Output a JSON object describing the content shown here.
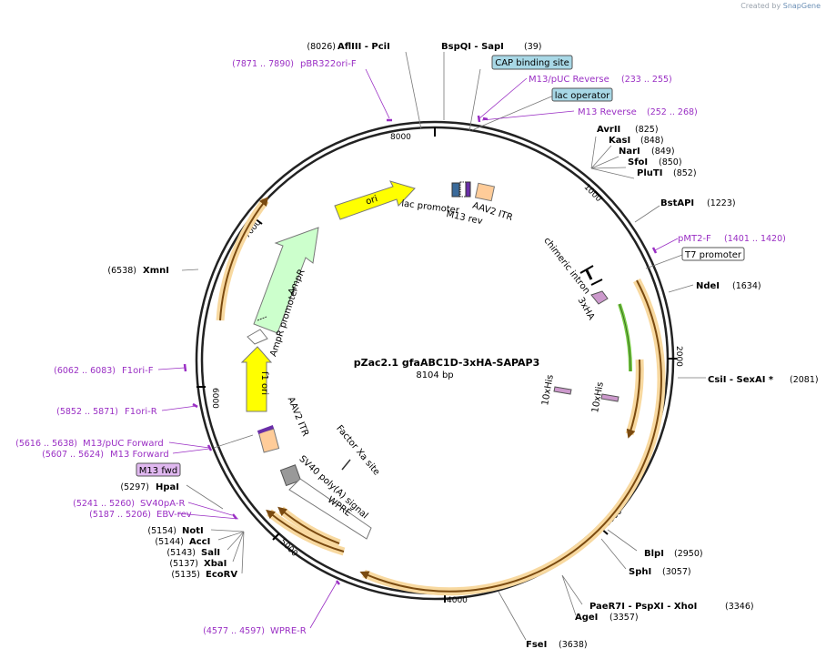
{
  "credit": {
    "prefix": "Created by",
    "brand": "SnapGene"
  },
  "plasmid": {
    "name": "pZac2.1  gfaABC1D-3xHA-SAPAP3",
    "length": "8104 bp"
  },
  "ticks": [
    "1000",
    "2000",
    "3000",
    "4000",
    "5000",
    "6000",
    "7000",
    "8000"
  ],
  "enzymes": [
    {
      "name": "AflIII  - PciI",
      "pos": "(8026)"
    },
    {
      "name": "BspQI  - SapI",
      "pos": "(39)"
    },
    {
      "name": "AvrII",
      "pos": "(825)"
    },
    {
      "name": "KasI",
      "pos": "(848)"
    },
    {
      "name": "NarI",
      "pos": "(849)"
    },
    {
      "name": "SfoI",
      "pos": "(850)"
    },
    {
      "name": "PluTI",
      "pos": "(852)"
    },
    {
      "name": "BstAPI",
      "pos": "(1223)"
    },
    {
      "name": "NdeI",
      "pos": "(1634)"
    },
    {
      "name": "CsiI  - SexAI *",
      "pos": "(2081)"
    },
    {
      "name": "BlpI",
      "pos": "(2950)"
    },
    {
      "name": "SphI",
      "pos": "(3057)"
    },
    {
      "name": "PaeR7I  - PspXI  - XhoI",
      "pos": "(3346)"
    },
    {
      "name": "AgeI",
      "pos": "(3357)"
    },
    {
      "name": "FseI",
      "pos": "(3638)"
    },
    {
      "name": "HpaI",
      "pos": "(5297)"
    },
    {
      "name": "NotI",
      "pos": "(5154)"
    },
    {
      "name": "AccI",
      "pos": "(5144)"
    },
    {
      "name": "SalI",
      "pos": "(5143)"
    },
    {
      "name": "XbaI",
      "pos": "(5137)"
    },
    {
      "name": "EcoRV",
      "pos": "(5135)"
    },
    {
      "name": "XmnI",
      "pos": "(6538)"
    }
  ],
  "primers": [
    {
      "name": "pBR322ori-F",
      "pos": "(7871 .. 7890)"
    },
    {
      "name": "M13/pUC Reverse",
      "pos": "(233 .. 255)"
    },
    {
      "name": "M13 Reverse",
      "pos": "(252 .. 268)"
    },
    {
      "name": "pMT2-F",
      "pos": "(1401 .. 1420)"
    },
    {
      "name": "F1ori-F",
      "pos": "(6062 .. 6083)"
    },
    {
      "name": "F1ori-R",
      "pos": "(5852 .. 5871)"
    },
    {
      "name": "M13/pUC Forward",
      "pos": "(5616 .. 5638)"
    },
    {
      "name": "M13 Forward",
      "pos": "(5607 .. 5624)"
    },
    {
      "name": "SV40pA-R",
      "pos": "(5241 .. 5260)"
    },
    {
      "name": "EBV-rev",
      "pos": "(5187 .. 5206)"
    },
    {
      "name": "WPRE-R",
      "pos": "(4577 .. 4597)"
    }
  ],
  "boxes": {
    "cap": "CAP binding site",
    "lacop": "lac operator",
    "t7": "T7 promoter",
    "m13fwd": "M13 fwd"
  },
  "features": {
    "ori": "ori",
    "lac_promoter": "lac promoter",
    "m13_rev": "M13 rev",
    "aav2_itr_top": "AAV2 ITR",
    "ampr": "AmpR",
    "ampr_promoter": "AmpR promoter",
    "f1_ori": "f1 ori",
    "aav2_itr_bottom": "AAV2 ITR",
    "factor_xa": "Factor Xa site",
    "sv40": "SV40 poly(A) signal",
    "wpre": "WPRE",
    "chimeric_intron": "chimeric intron",
    "ha": "3xHA",
    "his1": "10xHis",
    "his2": "10xHis"
  },
  "colors": {
    "primer": "#9a2fc4",
    "ori": "#ffff00",
    "ampr": "#ccffcc",
    "itr": "#ffcc99",
    "cds": "#ffcc66",
    "green": "#77cc44"
  }
}
